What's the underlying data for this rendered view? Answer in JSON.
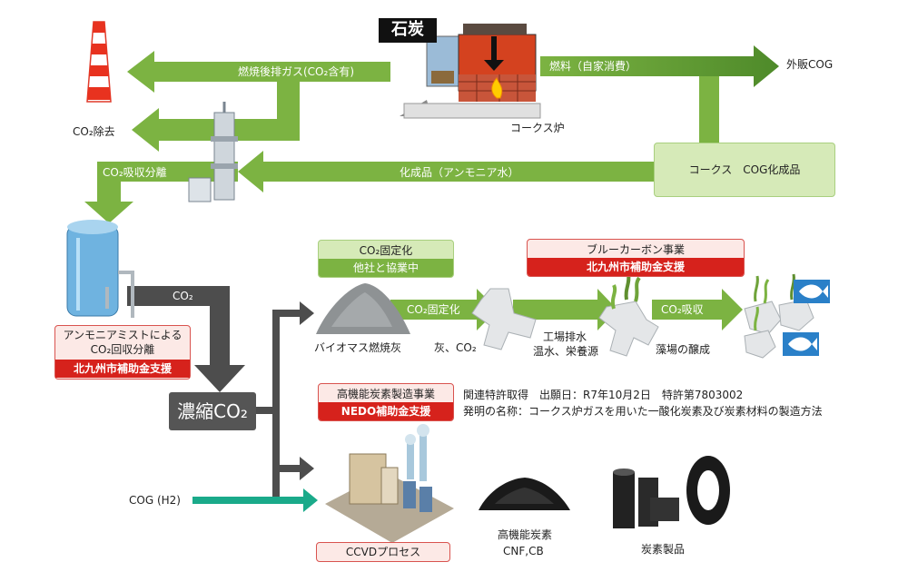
{
  "labels": {
    "coal": "石炭",
    "flue_gas": "燃焼後排ガス(CO₂含有)",
    "fuel": "燃料（自家消費）",
    "external_cog": "外販COG",
    "co2_removal": "CO₂除去",
    "coke_oven": "コークス炉",
    "co2_absorb_sep": "CO₂吸収分離",
    "chemical_products": "化成品（アンモニア水）",
    "coke_cog_products": "コークス　COG化成品",
    "co2": "CO₂",
    "ammonia_mist_1": "アンモニアミストによる",
    "ammonia_mist_2": "CO₂回収分離",
    "kitakyushu_subsidy": "北九州市補助金支援",
    "concentrated_co2": "濃縮CO₂",
    "co2_fixation_title": "CO₂固定化",
    "co2_fixation_sub": "他社と協業中",
    "blue_carbon_title": "ブルーカーボン事業",
    "co2_fixation_arrow": "CO₂固定化",
    "co2_absorption_arrow": "CO₂吸収",
    "biomass_ash": "バイオマス燃焼灰",
    "ash_co2": "灰、CO₂",
    "factory_wastewater_1": "工場排水",
    "factory_wastewater_2": "温水、栄養源",
    "seaweed_bed": "藻場の醸成",
    "high_func_title": "高機能炭素製造事業",
    "nedo_subsidy": "NEDO補助金支援",
    "patent_line1": "関連特許取得　出願日：R7年10月2日　特許第7803002",
    "patent_line2": "発明の名称：コークス炉ガスを用いた一酸化炭素及び炭素材料の製造方法",
    "cog_h2": "COG (H2)",
    "ccvd_process": "CCVDプロセス",
    "hf_carbon_1": "高機能炭素",
    "hf_carbon_2": "CNF,CB",
    "carbon_products": "炭素製品"
  },
  "colors": {
    "arrow_green": "#7cb342",
    "arrow_dark_green": "#4e8a2a",
    "arrow_gray": "#4d4d4d",
    "arrow_teal": "#1aaa8a",
    "subsidy_red": "#d6221c"
  }
}
